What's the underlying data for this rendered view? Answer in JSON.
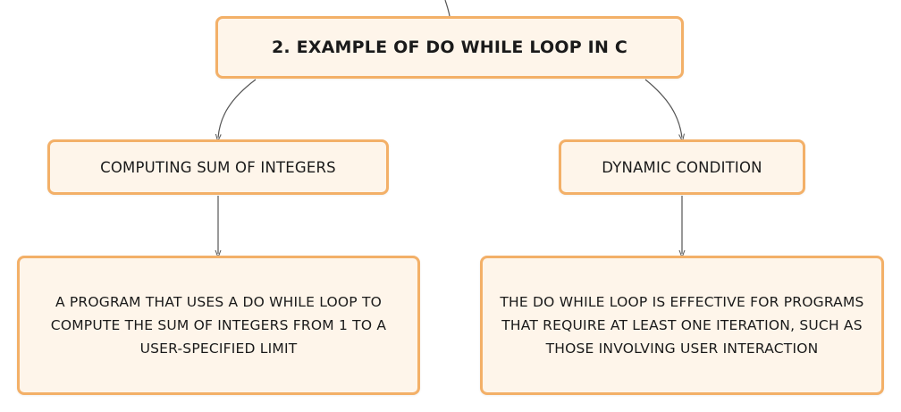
{
  "diagram": {
    "root": {
      "label": "2. EXAMPLE OF DO WHILE LOOP IN C"
    },
    "branches": [
      {
        "label": "COMPUTING SUM OF INTEGERS",
        "detail": "A PROGRAM THAT USES A DO WHILE LOOP TO COMPUTE THE SUM OF INTEGERS FROM 1 TO A USER-SPECIFIED LIMIT"
      },
      {
        "label": "DYNAMIC CONDITION",
        "detail": "THE DO WHILE LOOP IS EFFECTIVE FOR PROGRAMS THAT REQUIRE AT LEAST ONE ITERATION, SUCH AS THOSE INVOLVING USER INTERACTION"
      }
    ],
    "colors": {
      "node_fill": "#fef5ea",
      "node_border": "#f3b068",
      "connector": "#555555"
    }
  }
}
